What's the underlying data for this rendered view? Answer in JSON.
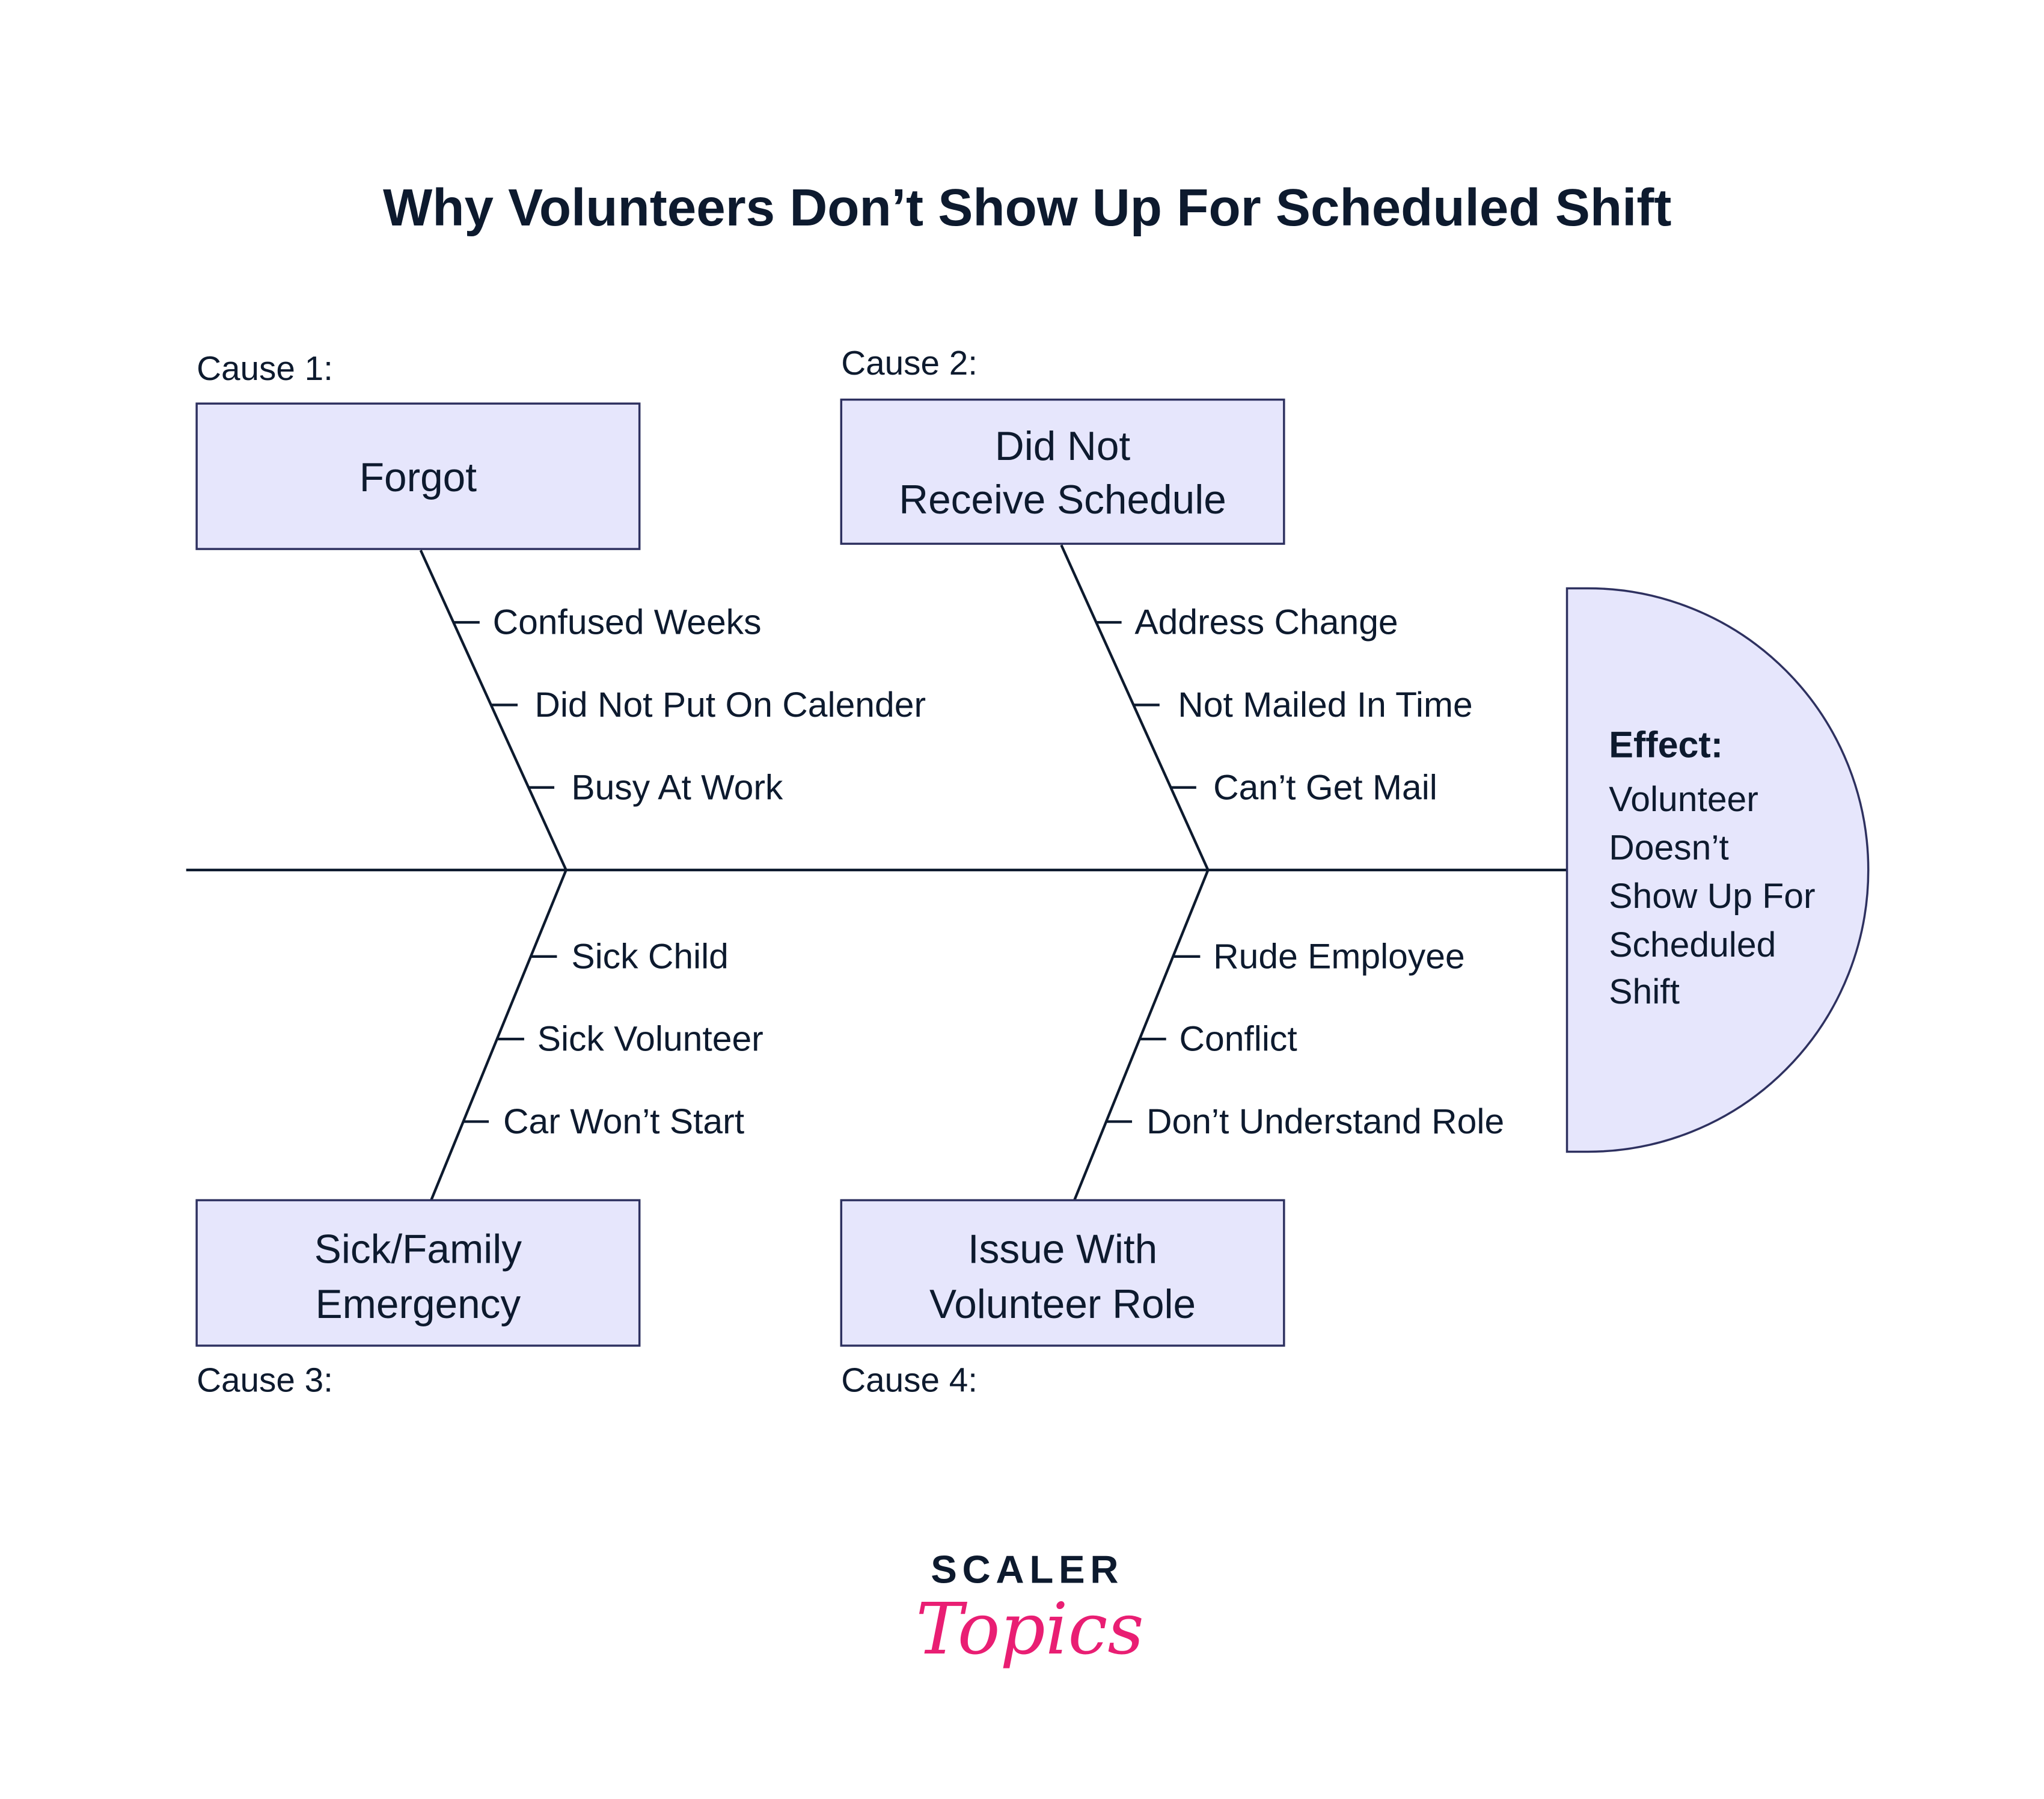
{
  "title": "Why Volunteers Don’t Show Up For Scheduled Shift",
  "causes": [
    {
      "label": "Cause 1:",
      "name": [
        "Forgot"
      ],
      "items": [
        "Confused Weeks",
        "Did Not Put On Calender",
        "Busy At Work"
      ]
    },
    {
      "label": "Cause 2:",
      "name": [
        "Did Not",
        "Receive Schedule"
      ],
      "items": [
        "Address Change",
        "Not Mailed In Time",
        "Can’t Get Mail"
      ]
    },
    {
      "label": "Cause 3:",
      "name": [
        "Sick/Family",
        "Emergency"
      ],
      "items": [
        "Sick Child",
        "Sick Volunteer",
        "Car Won’t Start"
      ]
    },
    {
      "label": "Cause 4:",
      "name": [
        "Issue With",
        "Volunteer Role"
      ],
      "items": [
        "Rude Employee",
        "Conflict",
        "Don’t Understand Role"
      ]
    }
  ],
  "effect": {
    "label": "Effect:",
    "lines": [
      "Volunteer",
      "Doesn’t",
      "Show Up For",
      "Scheduled",
      "Shift"
    ]
  },
  "logo": {
    "top": "SCALER",
    "bottom": "Topics"
  },
  "colors": {
    "box_fill": "#e6e6fc",
    "box_stroke": "#2e3160",
    "text": "#0d1a2e",
    "brand_pink": "#e91e73"
  }
}
